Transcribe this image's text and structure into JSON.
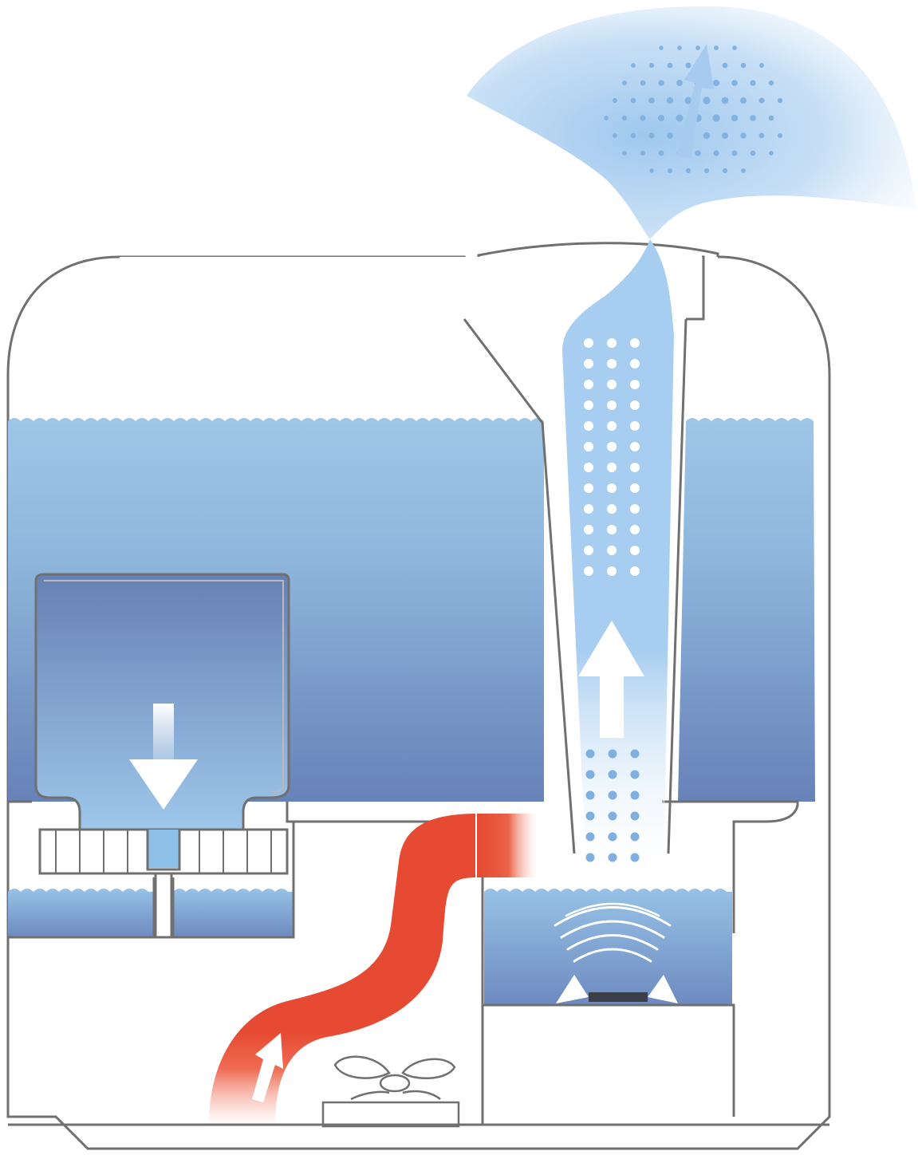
{
  "diagram": {
    "kind": "ultrasonic-humidifier-cross-section",
    "labels": [],
    "colors": {
      "outline": "#6f6f6f",
      "body_fill": "#ffffff",
      "water_top": "#a9cde9",
      "water_bottom": "#6a86ba",
      "shallow_water": "#8fb9df",
      "mist": "#a9cdee",
      "mist_dots": "#7fb0df",
      "warm_air": "#e64a32",
      "arrow_white": "#ffffff",
      "transducer": "#3a3f4a"
    },
    "parts": [
      {
        "id": "water-tank",
        "icon": "tank"
      },
      {
        "id": "refill-bottle",
        "icon": "bottle-down-arrow"
      },
      {
        "id": "valve-cap",
        "icon": "valve"
      },
      {
        "id": "base-reservoir",
        "icon": "water"
      },
      {
        "id": "warm-air-duct",
        "icon": "wavy-arrow-up"
      },
      {
        "id": "fan",
        "icon": "fan"
      },
      {
        "id": "ultrasonic-transducer",
        "icon": "sound-waves"
      },
      {
        "id": "mist-chimney",
        "icon": "dots-up-arrow"
      },
      {
        "id": "mist-plume",
        "icon": "cloud"
      }
    ]
  }
}
